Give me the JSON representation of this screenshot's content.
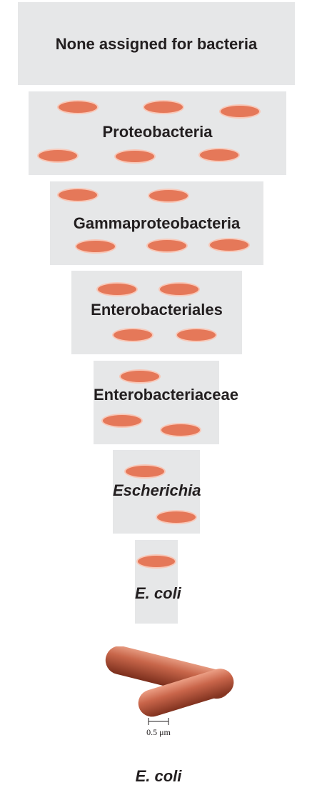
{
  "levels": [
    {
      "label": "None assigned for bacteria"
    },
    {
      "label": "Proteobacteria"
    },
    {
      "label": "Gammaproteobacteria"
    },
    {
      "label": "Enterobacteriales"
    },
    {
      "label": "Enterobacteriaceae"
    },
    {
      "label": "Escherichia"
    },
    {
      "label": "E. coli"
    }
  ],
  "scale_bar": {
    "label": "0.5 μm"
  },
  "organism_label": "E. coli",
  "colors": {
    "box": "#e6e7e8",
    "cell": "#e57859",
    "text": "#231f20"
  }
}
